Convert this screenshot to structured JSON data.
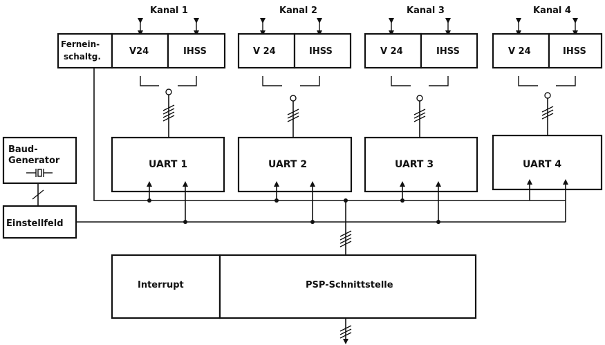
{
  "channels": [
    {
      "kanal": "Kanal 1",
      "v24": "V24",
      "ihss": "IHSS",
      "uart": "UART 1"
    },
    {
      "kanal": "Kanal 2",
      "v24": "V 24",
      "ihss": "IHSS",
      "uart": "UART  2"
    },
    {
      "kanal": "Kanal 3",
      "v24": "V 24",
      "ihss": "IHSS",
      "uart": "UART  3"
    },
    {
      "kanal": "Kanal 4",
      "v24": "V 24",
      "ihss": "IHSS",
      "uart": "UART 4"
    }
  ],
  "ferneinschaltung": {
    "line1": "Fernein-",
    "line2": "schaltg."
  },
  "baud_generator": {
    "line1": "Baud-",
    "line2": "Generator"
  },
  "einstellfeld": "Einstellfeld",
  "interrupt": "Interrupt",
  "psp": "PSP-Schnittstelle"
}
